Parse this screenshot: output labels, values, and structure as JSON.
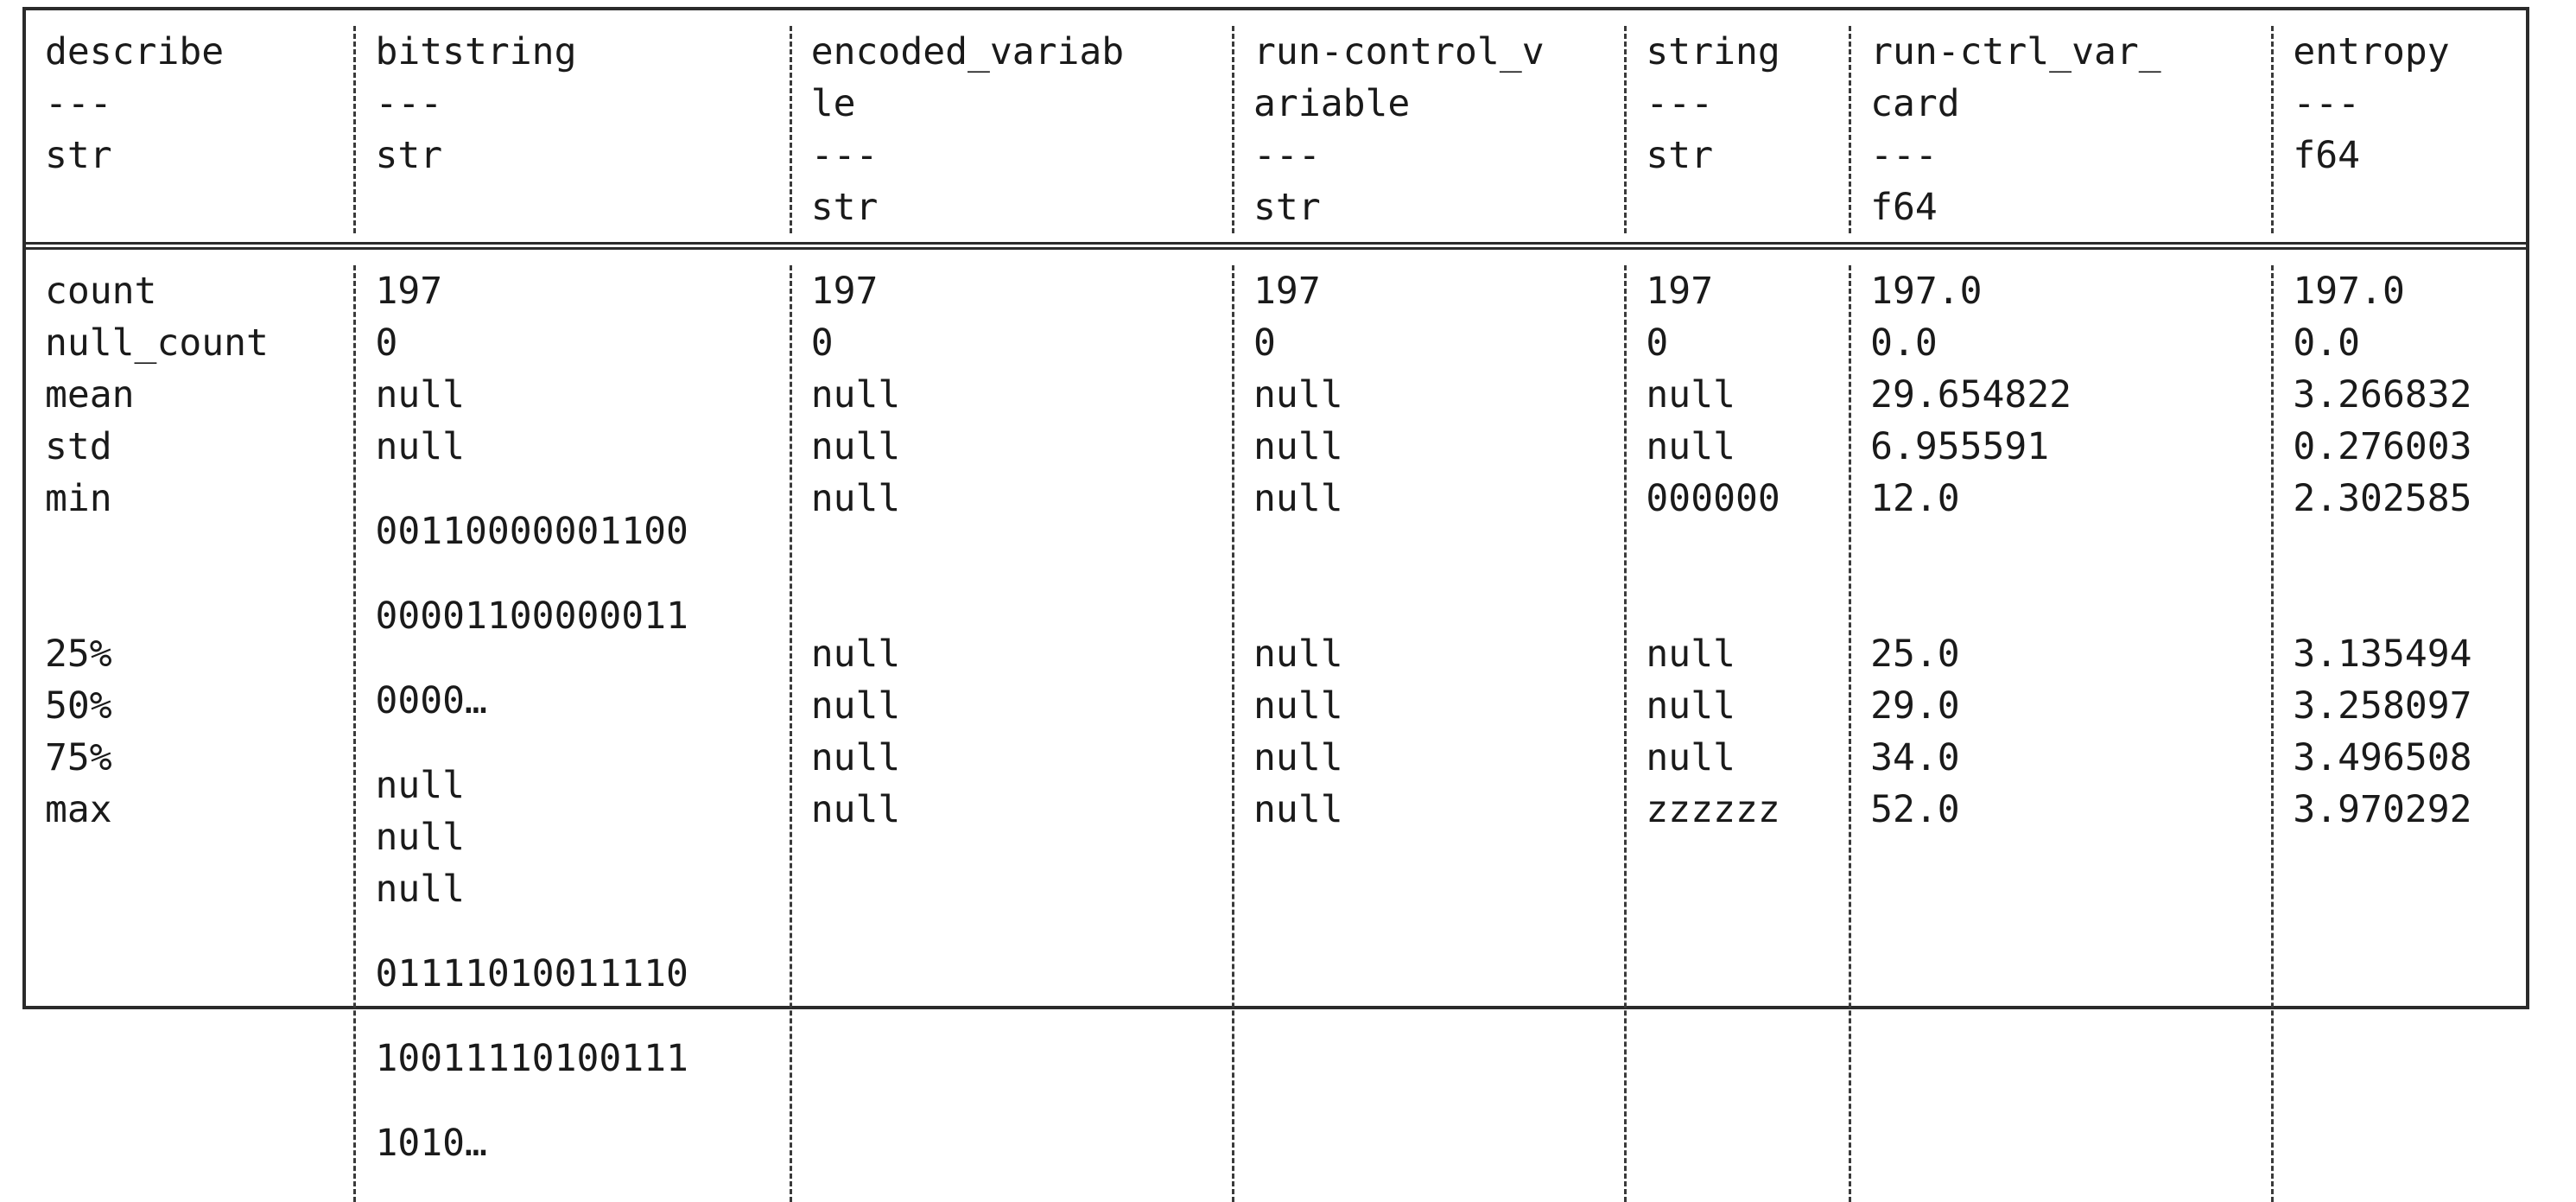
{
  "table": {
    "kind": "polars-describe-dataframe",
    "shape_rows": 9,
    "shape_cols": 7,
    "dtype_separator": "---",
    "truncation_ellipsis": "…",
    "columns": [
      {
        "name": "describe",
        "name_lines": [
          "describe"
        ],
        "dtype": "str"
      },
      {
        "name": "bitstring",
        "name_lines": [
          "bitstring"
        ],
        "dtype": "str"
      },
      {
        "name": "encoded_variable",
        "name_lines": [
          "encoded_variab",
          "le"
        ],
        "dtype": "str"
      },
      {
        "name": "run-control_variable",
        "name_lines": [
          "run-control_v",
          "ariable"
        ],
        "dtype": "str"
      },
      {
        "name": "string",
        "name_lines": [
          "string"
        ],
        "dtype": "str"
      },
      {
        "name": "run-ctrl_var_card",
        "name_lines": [
          "run-ctrl_var_",
          "card"
        ],
        "dtype": "f64"
      },
      {
        "name": "entropy",
        "name_lines": [
          "entropy"
        ],
        "dtype": "f64"
      }
    ],
    "rows": [
      {
        "describe": [
          "count"
        ],
        "bitstring": [
          "197"
        ],
        "encoded_variable": [
          "197"
        ],
        "run_control_variable": [
          "197"
        ],
        "string": [
          "197"
        ],
        "run_ctrl_var_card": [
          "197.0"
        ],
        "entropy": [
          "197.0"
        ]
      },
      {
        "describe": [
          "null_count"
        ],
        "bitstring": [
          "0"
        ],
        "encoded_variable": [
          "0"
        ],
        "run_control_variable": [
          "0"
        ],
        "string": [
          "0"
        ],
        "run_ctrl_var_card": [
          "0.0"
        ],
        "entropy": [
          "0.0"
        ]
      },
      {
        "describe": [
          "mean"
        ],
        "bitstring": [
          "null"
        ],
        "encoded_variable": [
          "null"
        ],
        "run_control_variable": [
          "null"
        ],
        "string": [
          "null"
        ],
        "run_ctrl_var_card": [
          "29.654822"
        ],
        "entropy": [
          "3.266832"
        ]
      },
      {
        "describe": [
          "std"
        ],
        "bitstring": [
          "null"
        ],
        "encoded_variable": [
          "null"
        ],
        "run_control_variable": [
          "null"
        ],
        "string": [
          "null"
        ],
        "run_ctrl_var_card": [
          "6.955591"
        ],
        "entropy": [
          "0.276003"
        ]
      },
      {
        "describe": [
          "min"
        ],
        "bitstring": [
          "00110000001100",
          "00001100000011",
          "0000…"
        ],
        "encoded_variable": [
          "null"
        ],
        "run_control_variable": [
          "null"
        ],
        "string": [
          "000000"
        ],
        "run_ctrl_var_card": [
          "12.0"
        ],
        "entropy": [
          "2.302585"
        ]
      },
      {
        "describe": [
          "25%"
        ],
        "bitstring": [
          "null"
        ],
        "encoded_variable": [
          "null"
        ],
        "run_control_variable": [
          "null"
        ],
        "string": [
          "null"
        ],
        "run_ctrl_var_card": [
          "25.0"
        ],
        "entropy": [
          "3.135494"
        ]
      },
      {
        "describe": [
          "50%"
        ],
        "bitstring": [
          "null"
        ],
        "encoded_variable": [
          "null"
        ],
        "run_control_variable": [
          "null"
        ],
        "string": [
          "null"
        ],
        "run_ctrl_var_card": [
          "29.0"
        ],
        "entropy": [
          "3.258097"
        ]
      },
      {
        "describe": [
          "75%"
        ],
        "bitstring": [
          "null"
        ],
        "encoded_variable": [
          "null"
        ],
        "run_control_variable": [
          "null"
        ],
        "string": [
          "null"
        ],
        "run_ctrl_var_card": [
          "34.0"
        ],
        "entropy": [
          "3.496508"
        ]
      },
      {
        "describe": [
          "max"
        ],
        "bitstring": [
          "01111010011110",
          "10011110100111",
          "1010…"
        ],
        "encoded_variable": [
          "null"
        ],
        "run_control_variable": [
          "null"
        ],
        "string": [
          "zzzzzz"
        ],
        "run_ctrl_var_card": [
          "52.0"
        ],
        "entropy": [
          "3.970292"
        ]
      }
    ]
  },
  "colors": {
    "border": "#2b2b2b",
    "separator": "#3a3a3a",
    "text": "#1a1a1a",
    "background": "#ffffff"
  }
}
